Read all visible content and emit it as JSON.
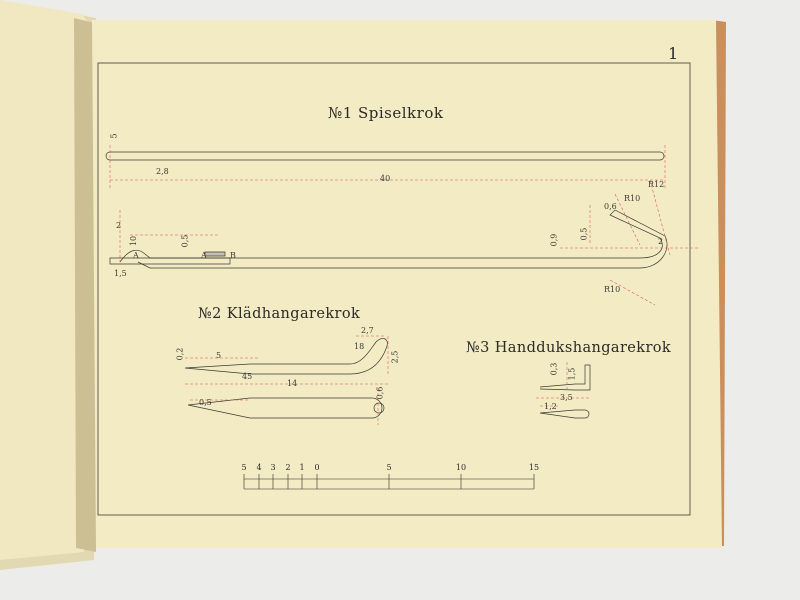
{
  "page": {
    "number": "1"
  },
  "drawing_1": {
    "title": "№1 Spiselkrok",
    "dims": {
      "overall_length": "40",
      "tip_left": "5",
      "angle": "2,8",
      "bend_height": "2",
      "thickness_a": "0,5",
      "thickness_b": "0,9",
      "thickness_c": "0,5",
      "thickness_d": "0,6",
      "tip_length": "1,5",
      "radius_1": "R10",
      "radius_2": "R12",
      "hook_depth": "2",
      "radius_3": "R10",
      "section_a": "A",
      "section_b": "B",
      "left_a": "A",
      "left_b": "10"
    }
  },
  "drawing_2": {
    "title": "№2 Klädhangarekrok",
    "dims": {
      "top_width": "2,7",
      "height": "2,5",
      "left_thickness": "0,2",
      "taper": "5",
      "angle": "45",
      "overall": "14",
      "bend": "18",
      "lower_taper": "0,5",
      "lower_end": "0,6"
    }
  },
  "drawing_3": {
    "title": "№3 Handdukshangarekrok",
    "dims": {
      "height": "0,3",
      "width": "3,5",
      "inner": "1,5",
      "lower": "1,2"
    }
  },
  "scale": {
    "labels": [
      "5",
      "4",
      "3",
      "2",
      "1",
      "0",
      "5",
      "10",
      "15"
    ]
  }
}
